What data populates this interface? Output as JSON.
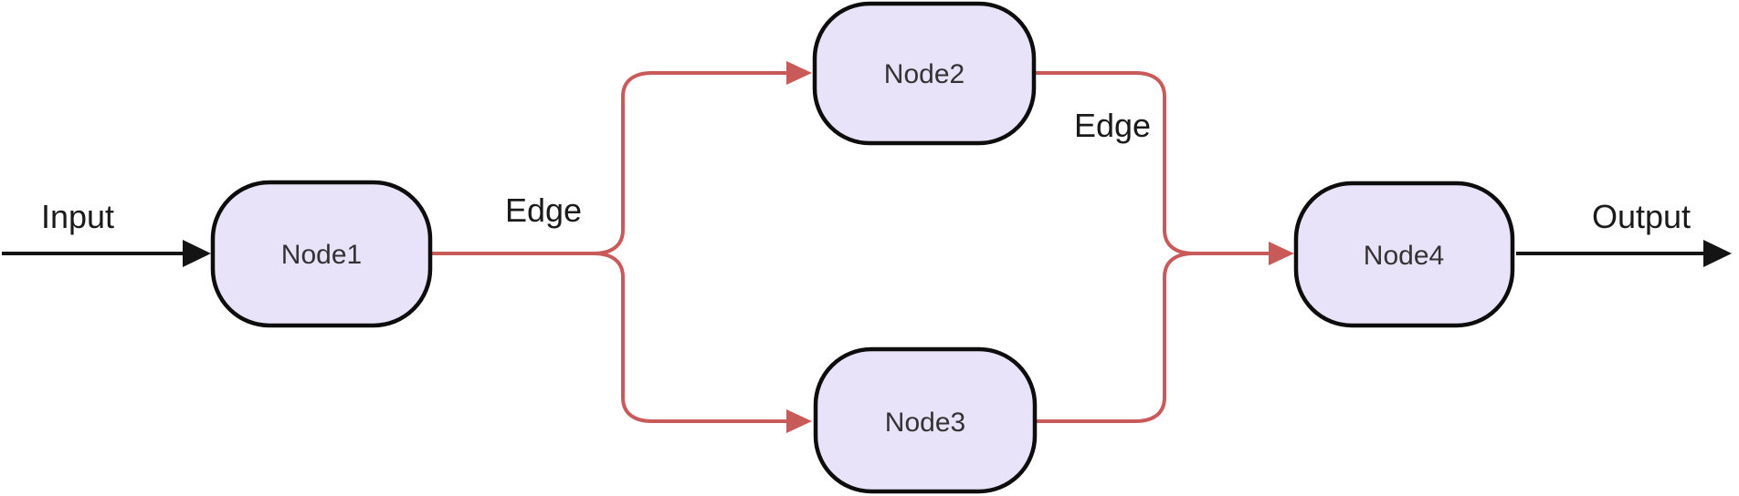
{
  "colors": {
    "background": "#FFFFFF",
    "node_fill": "#E8E3F8",
    "node_border": "#0D0D0D",
    "node_text": "#333333",
    "label_text": "#1A1A1A",
    "edge_accent": "#C85A5A",
    "edge_default": "#141414"
  },
  "diagram": {
    "type": "flowchart",
    "direction": "left-to-right",
    "nodes": [
      {
        "id": "node1",
        "label": "Node1",
        "shape": "stadium"
      },
      {
        "id": "node2",
        "label": "Node2",
        "shape": "stadium"
      },
      {
        "id": "node3",
        "label": "Node3",
        "shape": "stadium"
      },
      {
        "id": "node4",
        "label": "Node4",
        "shape": "stadium"
      }
    ],
    "edges": [
      {
        "from": "input",
        "to": "Node1",
        "label": "Input",
        "style": "black-arrow"
      },
      {
        "from": "Node1",
        "to": "Node2",
        "label": "Edge",
        "style": "red-arrow"
      },
      {
        "from": "Node1",
        "to": "Node3",
        "label": "",
        "style": "red-arrow"
      },
      {
        "from": "Node2",
        "to": "Node4",
        "label": "Edge",
        "style": "red-arrow"
      },
      {
        "from": "Node3",
        "to": "Node4",
        "label": "",
        "style": "red-arrow"
      },
      {
        "from": "Node4",
        "to": "output",
        "label": "Output",
        "style": "black-arrow"
      }
    ],
    "labels": {
      "input": "Input",
      "edge_node1_node2": "Edge",
      "edge_node2_node4": "Edge",
      "output": "Output"
    }
  }
}
